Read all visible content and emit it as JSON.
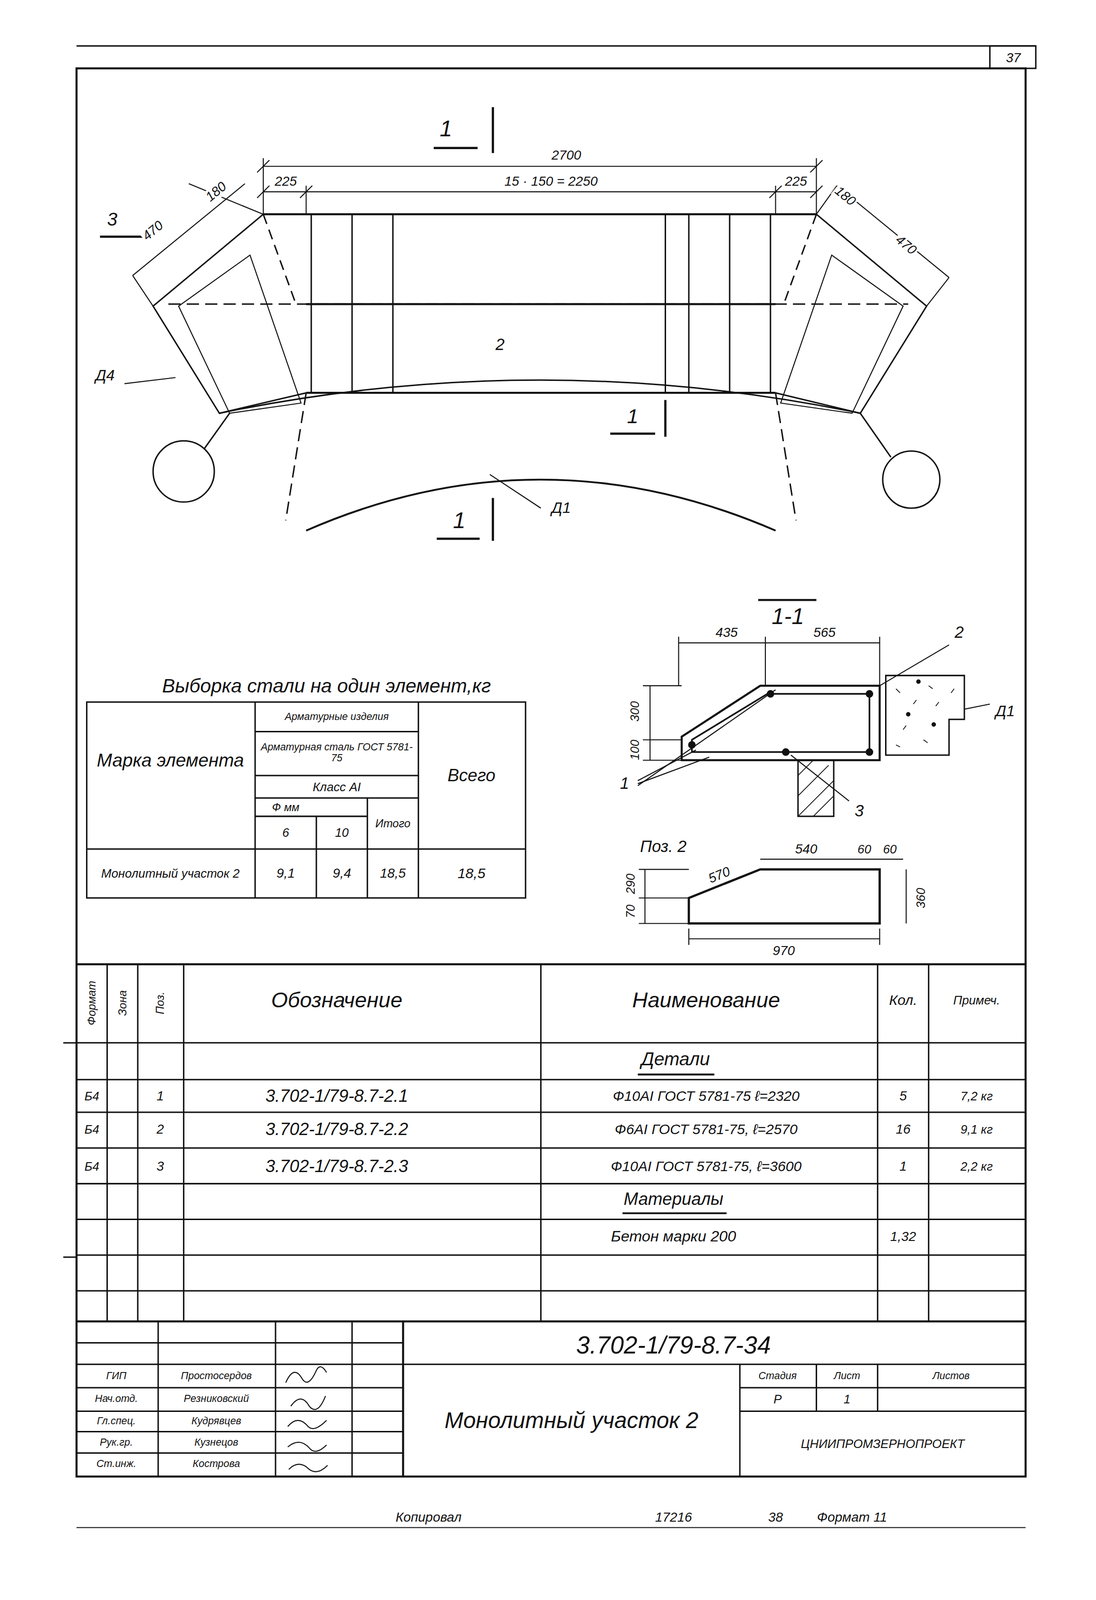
{
  "diagram": {
    "labels": [
      "37",
      "1",
      "2700",
      "225",
      "15 · 150 = 2250",
      "225",
      "3",
      "470",
      "180",
      "180",
      "470",
      "2",
      "Д4",
      "1",
      "1",
      "Д1",
      "1-1",
      "435",
      "565",
      "2",
      "Д1",
      "300",
      "100",
      "1",
      "3",
      "Поз. 2",
      "570",
      "540",
      "60",
      "60",
      "290",
      "70",
      "360",
      "970",
      "Выборка стали на один элемент,кг",
      "Марка элемента",
      "Арматурные изделия",
      "Арматурная сталь ГОСТ 5781-75",
      "Класс АI",
      "Ф мм",
      "6",
      "10",
      "Итого",
      "Всего",
      "Монолитный участок 2",
      "9,1",
      "9,4",
      "18,5",
      "18,5",
      "Формат",
      "Зона",
      "Поз.",
      "Обозначение",
      "Наименование",
      "Кол.",
      "Примеч.",
      "Детали",
      "Б4",
      "1",
      "3.702-1/79-8.7-2.1",
      "Ф10АI ГОСТ 5781-75 ℓ=2320",
      "5",
      "7,2 кг",
      "Б4",
      "2",
      "3.702-1/79-8.7-2.2",
      "Ф6АI ГОСТ 5781-75, ℓ=2570",
      "16",
      "9,1 кг",
      "Б4",
      "3",
      "3.702-1/79-8.7-2.3",
      "Ф10АI ГОСТ 5781-75, ℓ=3600",
      "1",
      "2,2 кг",
      "Материалы",
      "Бетон марки 200",
      "1,32",
      "3.702-1/79-8.7-34",
      "ГИП",
      "Простосердов",
      "Нач.отд.",
      "Резниковский",
      "Гл.спец.",
      "Кудрявцев",
      "Рук.гр.",
      "Кузнецов",
      "Ст.инж.",
      "Кострова",
      "Монолитный участок 2",
      "Стадия",
      "Лист",
      "Листов",
      "Р",
      "1",
      "ЦНИИПРОМЗЕРНОПРОЕКТ",
      "Копировал",
      "17216",
      "38",
      "Формат 11"
    ]
  }
}
